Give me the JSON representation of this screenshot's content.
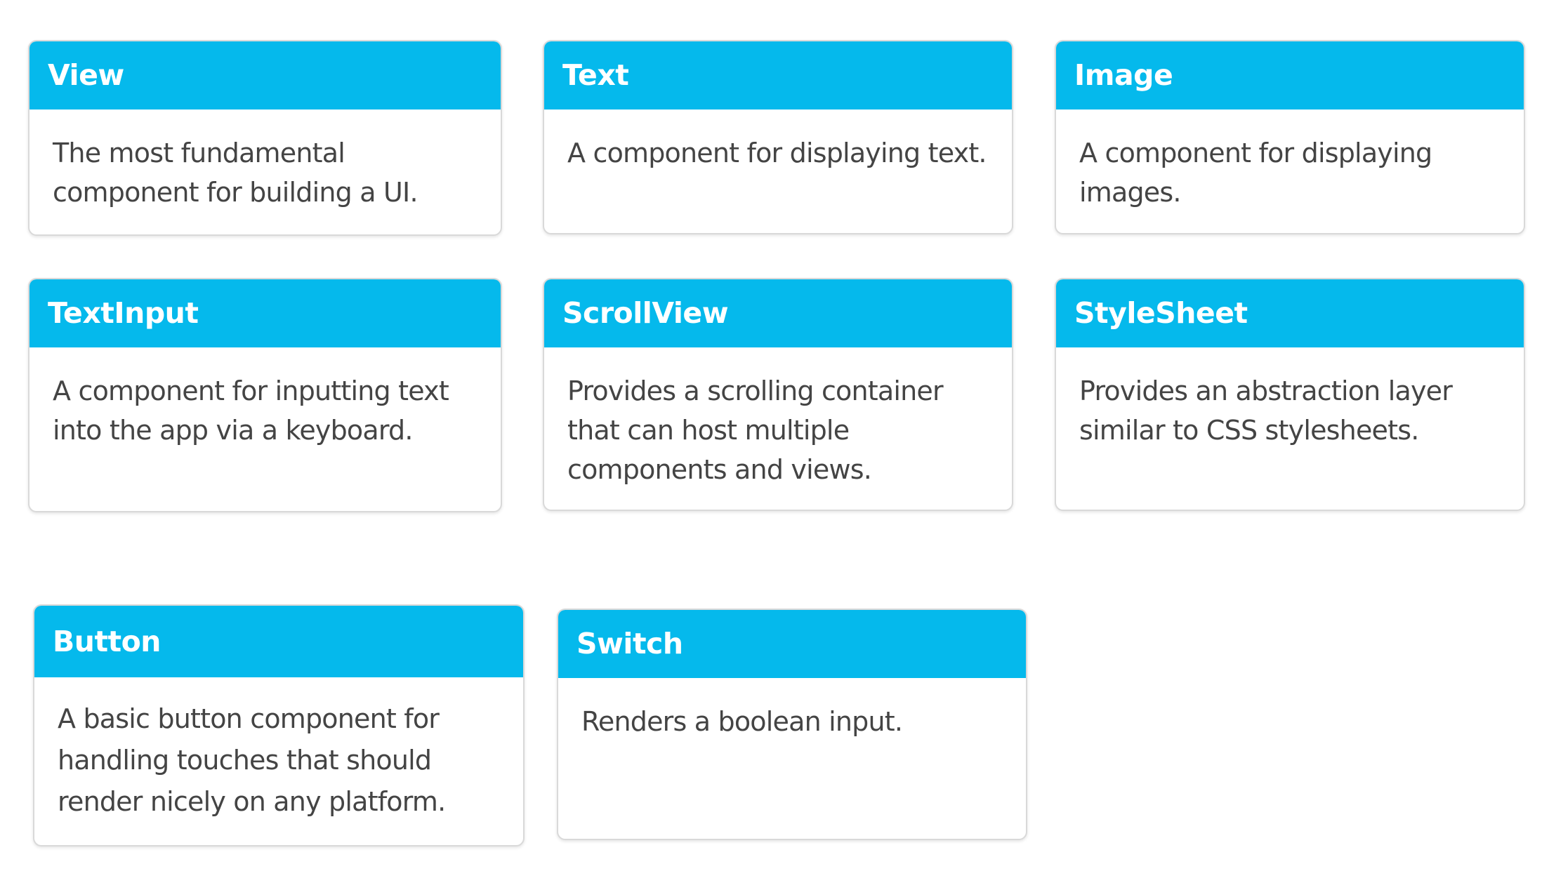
{
  "cards": [
    {
      "title": "View",
      "description": "The most fundamental component for building a UI."
    },
    {
      "title": "Text",
      "description": "A component for displaying text."
    },
    {
      "title": "Image",
      "description": "A component for displaying images."
    },
    {
      "title": "TextInput",
      "description": "A component for inputting text into the app via a keyboard."
    },
    {
      "title": "ScrollView",
      "description": "Provides a scrolling container that can host multiple components and views."
    },
    {
      "title": "StyleSheet",
      "description": "Provides an abstraction layer similar to CSS stylesheets."
    },
    {
      "title": "Button",
      "description": "A basic button component for handling touches that should render nicely on any platform."
    },
    {
      "title": "Switch",
      "description": "Renders a boolean input."
    }
  ],
  "colors": {
    "header_bg": "#05b9ec",
    "header_text": "#ffffff",
    "desc_text": "#444444",
    "border": "#d9d9d9"
  }
}
